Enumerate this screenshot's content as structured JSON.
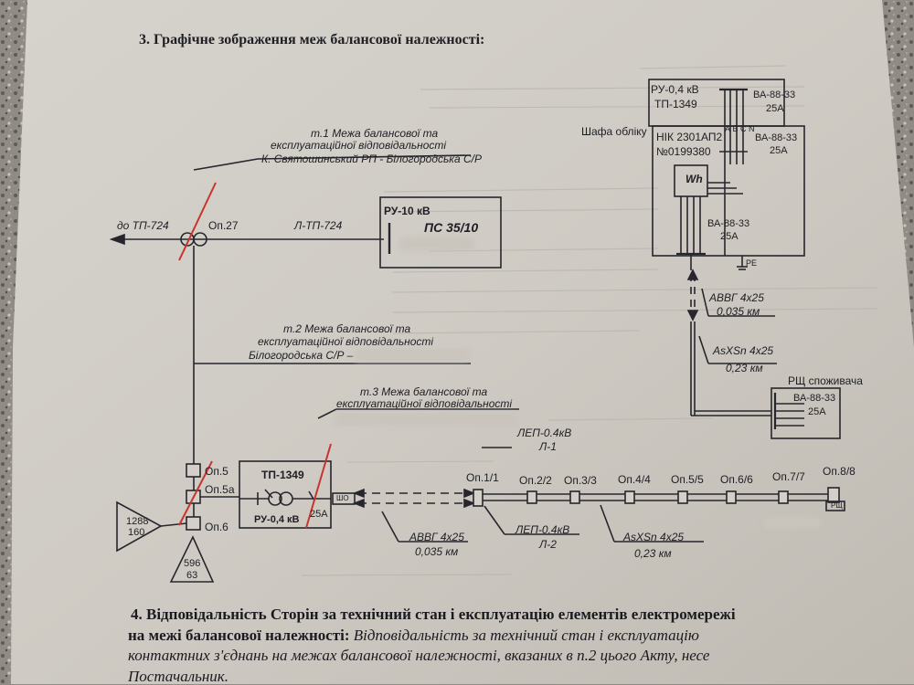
{
  "heading": "3. Графічне зображення меж балансової належності:",
  "boundary1": {
    "title_line1": "т.1 Межа балансової та",
    "title_line2": "експлуатаційної відповідальності",
    "title_line3": "К. Святошинський РП - Білогородська С/Р"
  },
  "boundary2": {
    "title_line1": "т.2 Межа балансової та",
    "title_line2": "експлуатаційної відповідальності",
    "title_line3": "Білогородська С/Р –"
  },
  "boundary3": {
    "title_line1": "т.3  Межа балансової та",
    "title_line2": "експлуатаційної відповідальності"
  },
  "top_line": {
    "to_label": "до ТП-724",
    "pole": "Оп.27",
    "line_name": "Л-ТП-724"
  },
  "substation": {
    "ru": "РУ-10 кВ",
    "name": "ПС 35/10"
  },
  "poles_left": [
    "Оп.5",
    "Оп.5а",
    "Оп.6"
  ],
  "triangles": [
    {
      "top": "1288",
      "bottom": "160"
    },
    {
      "top": "596",
      "bottom": "63"
    }
  ],
  "tp": {
    "name": "ТП-1349",
    "ru": "РУ-0,4 кВ",
    "breaker": "25А",
    "sho": "ШО"
  },
  "cable1": {
    "name": "АВВГ 4х25",
    "length": "0,035 км"
  },
  "lep1": {
    "name": "ЛЕП-0.4кВ",
    "sub": "Л-1"
  },
  "lep2": {
    "name": "ЛЕП-0.4кВ",
    "sub": "Л-2"
  },
  "line_poles": [
    "Оп.1/1",
    "Оп.2/2",
    "Оп.3/3",
    "Оп.4/4",
    "Оп.5/5",
    "Оп.6/6",
    "Оп.7/7",
    "Оп.8/8"
  ],
  "rshch_tag": "РЩ",
  "wire_bottom": {
    "name": "AsXSn  4х25",
    "length": "0,23 км"
  },
  "meter_box": {
    "ru": "РУ-0,4 кВ",
    "tp": "ТП-1349",
    "breaker_top": "ВА-88-33",
    "breaker_top_val": "25А",
    "phases": "А В С N",
    "cabinet": "Шафа обліку",
    "meter_model": "НІК 2301АП2",
    "meter_no": "№0199380",
    "breaker_mid": "ВА-88-33",
    "breaker_mid_val": "25А",
    "wh": "Wh",
    "breaker_low": "ВА-88-33",
    "breaker_low_val": "25А",
    "pe": "PE"
  },
  "cable2": {
    "name": "АВВГ 4х25",
    "length": "0,035 км"
  },
  "wire_right": {
    "name": "AsXSn  4х25",
    "length": "0,23 км"
  },
  "consumer": {
    "title": "РЩ споживача",
    "breaker": "ВА-88-33",
    "breaker_val": "25А"
  },
  "section4": {
    "title_bold": "4. Відповідальність Сторін за технічний стан і експлуатацію елементів електромережі",
    "line2_bold": "на межі балансової належності:",
    "line2_italic": "Відповідальність за технічний стан і експлуатацію",
    "line3_italic": "контактних з'єднань на межах балансової належності, вказаних в п.2 цього Акту, несе",
    "line4_italic": "Постачальник."
  }
}
